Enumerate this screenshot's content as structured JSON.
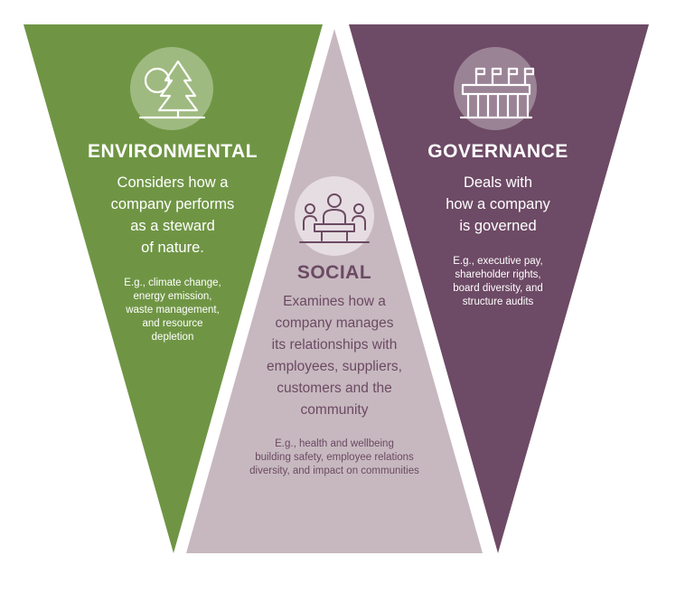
{
  "colors": {
    "environmental": "#6f9544",
    "social": "#c7b8c0",
    "governance": "#6d4a65",
    "social_text": "#6b4a62",
    "icon_circle_env": "#9fba80",
    "icon_circle_gov": "#9b8396",
    "icon_circle_social": "#e6dde2"
  },
  "icons": {
    "environmental": "tree-icon",
    "social": "meeting-people-icon",
    "governance": "building-flags-icon"
  },
  "environmental": {
    "title": "ENVIRONMENTAL",
    "description": [
      "Considers how a",
      "company performs",
      "as a steward",
      "of nature."
    ],
    "examples": [
      "E.g., climate change,",
      "energy emission,",
      "waste management,",
      "and resource",
      "depletion"
    ]
  },
  "social": {
    "title": "SOCIAL",
    "description": [
      "Examines how a",
      "company manages",
      "its relationships with",
      "employees, suppliers,",
      "customers and the",
      "community"
    ],
    "examples": [
      "E.g., health and wellbeing",
      "building safety, employee relations",
      "diversity, and impact on communities"
    ]
  },
  "governance": {
    "title": "GOVERNANCE",
    "description": [
      "Deals with",
      "how a company",
      "is governed"
    ],
    "examples": [
      "E.g., executive pay,",
      "shareholder rights,",
      "board diversity, and",
      "structure audits"
    ]
  }
}
